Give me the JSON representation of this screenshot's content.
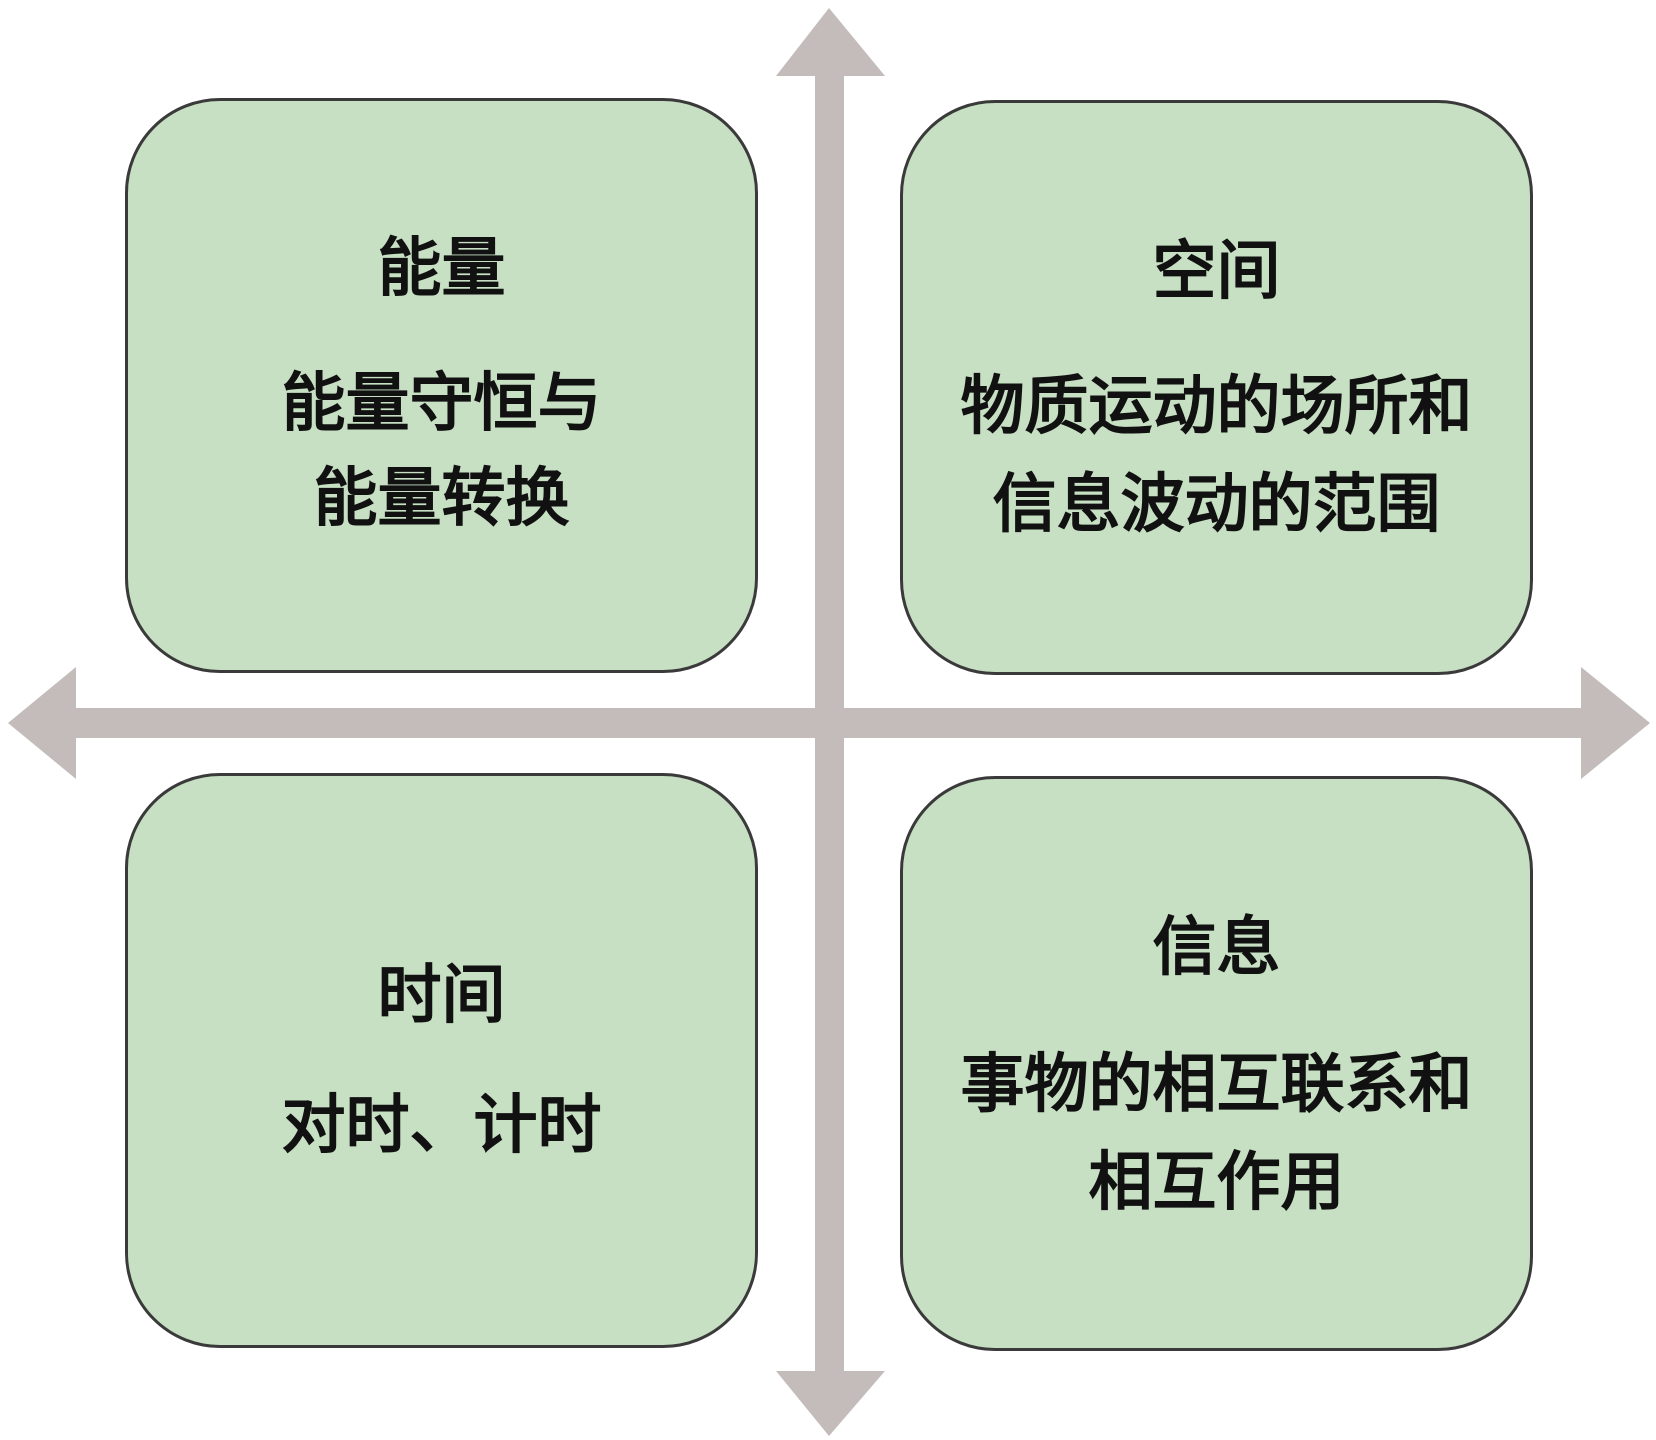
{
  "colors": {
    "box_fill": "#c7e0c3",
    "box_border": "#3a3a3a",
    "axis": "#c3bcbb"
  },
  "quadrants": [
    {
      "title": "能量",
      "lines": [
        "能量守恒与",
        "能量转换"
      ]
    },
    {
      "title": "空间",
      "lines": [
        "物质运动的场所和",
        "信息波动的范围"
      ]
    },
    {
      "title": "时间",
      "lines": [
        "对时、计时"
      ]
    },
    {
      "title": "信息",
      "lines": [
        "事物的相互联系和",
        "相互作用"
      ]
    }
  ]
}
